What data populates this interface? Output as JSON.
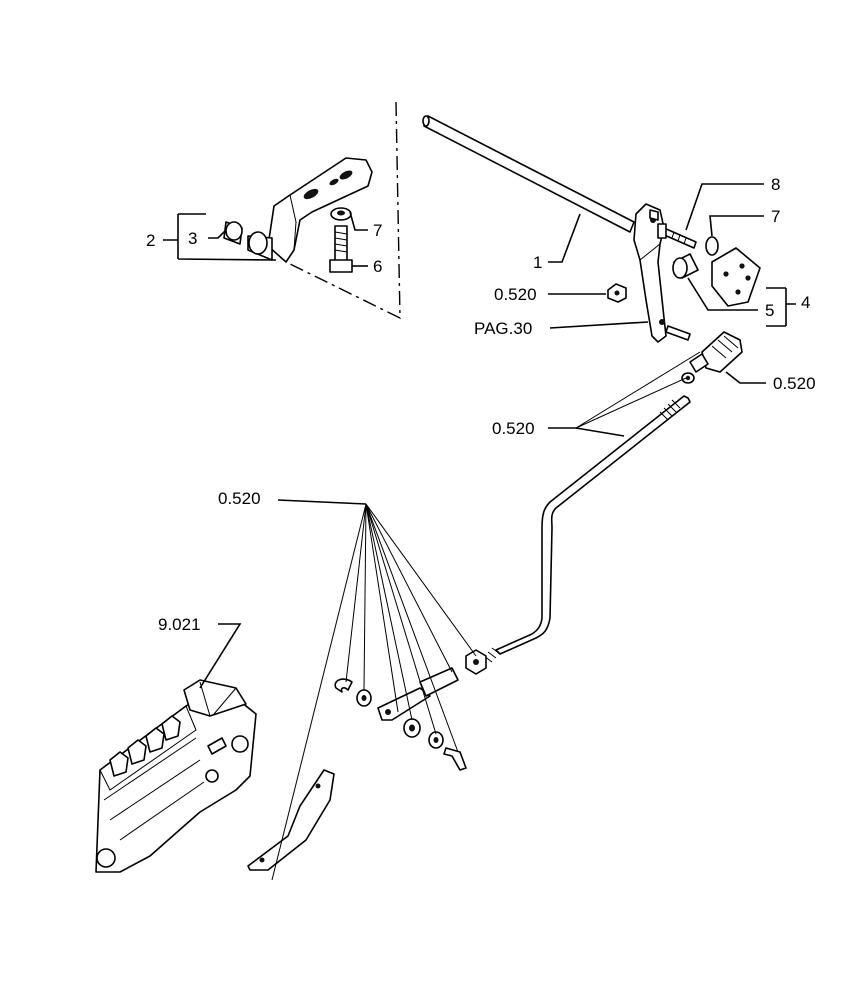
{
  "callouts": {
    "c1": "1",
    "c2": "2",
    "c3": "3",
    "c4": "4",
    "c5": "5",
    "c6": "6",
    "c7a": "7",
    "c7b": "7",
    "c8": "8",
    "nut_ref": "0.520",
    "pag30": "PAG.30",
    "spring_ref": "0.520",
    "rod_ref": "0.520",
    "kit_ref": "0.520",
    "pump_ref": "9.021"
  }
}
